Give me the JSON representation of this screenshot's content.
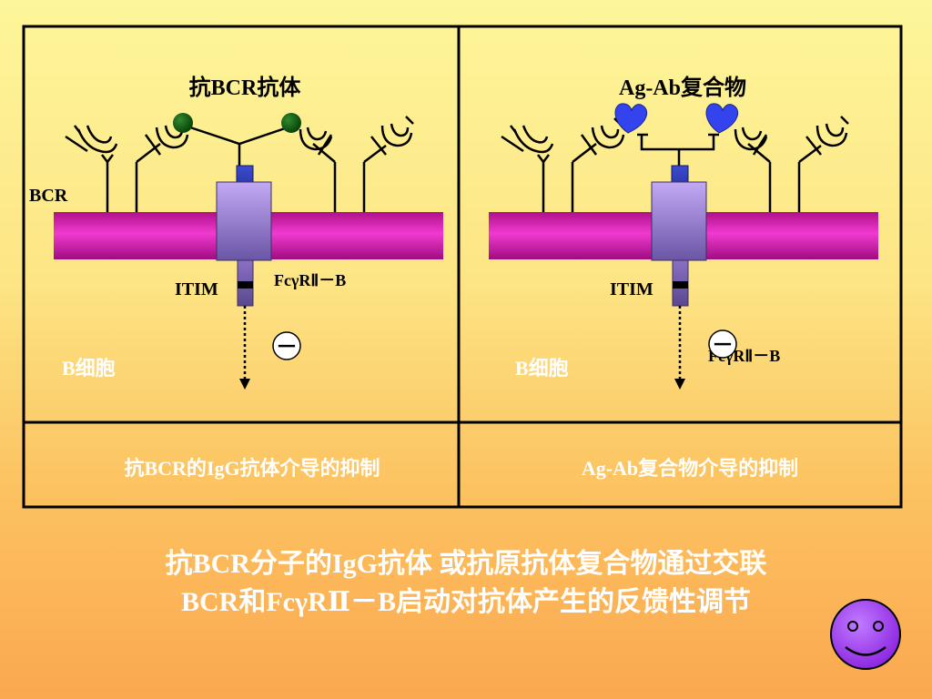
{
  "left_panel": {
    "title": "抗BCR抗体",
    "bcr_label": "BCR",
    "itim_label": "ITIM",
    "receptor_label": "FcγRⅡ－B",
    "cell_label": "B细胞",
    "minus_sign": "－",
    "footer": "抗BCR的IgG抗体介导的抑制"
  },
  "right_panel": {
    "title": "Ag-Ab复合物",
    "itim_label": "ITIM",
    "receptor_label": "FcγRⅡ－B",
    "cell_label": "B细胞",
    "minus_sign": "－",
    "footer": "Ag-Ab复合物介导的抑制"
  },
  "caption": {
    "line1": "抗BCR分子的IgG抗体 或抗原抗体复合物通过交联",
    "line2": "BCR和FcγRⅡ－B启动对抗体产生的反馈性调节"
  },
  "colors": {
    "membrane": "#e01fb8",
    "receptor": "#9a7fd8",
    "receptor_top": "#2233aa",
    "antibody_ball": "#0b5a0b",
    "antigen_heart": "#3344ee",
    "smiley": "#9933ee"
  },
  "icons": {
    "smiley": "smiley-face-icon",
    "minus": "minus-circle-icon"
  }
}
